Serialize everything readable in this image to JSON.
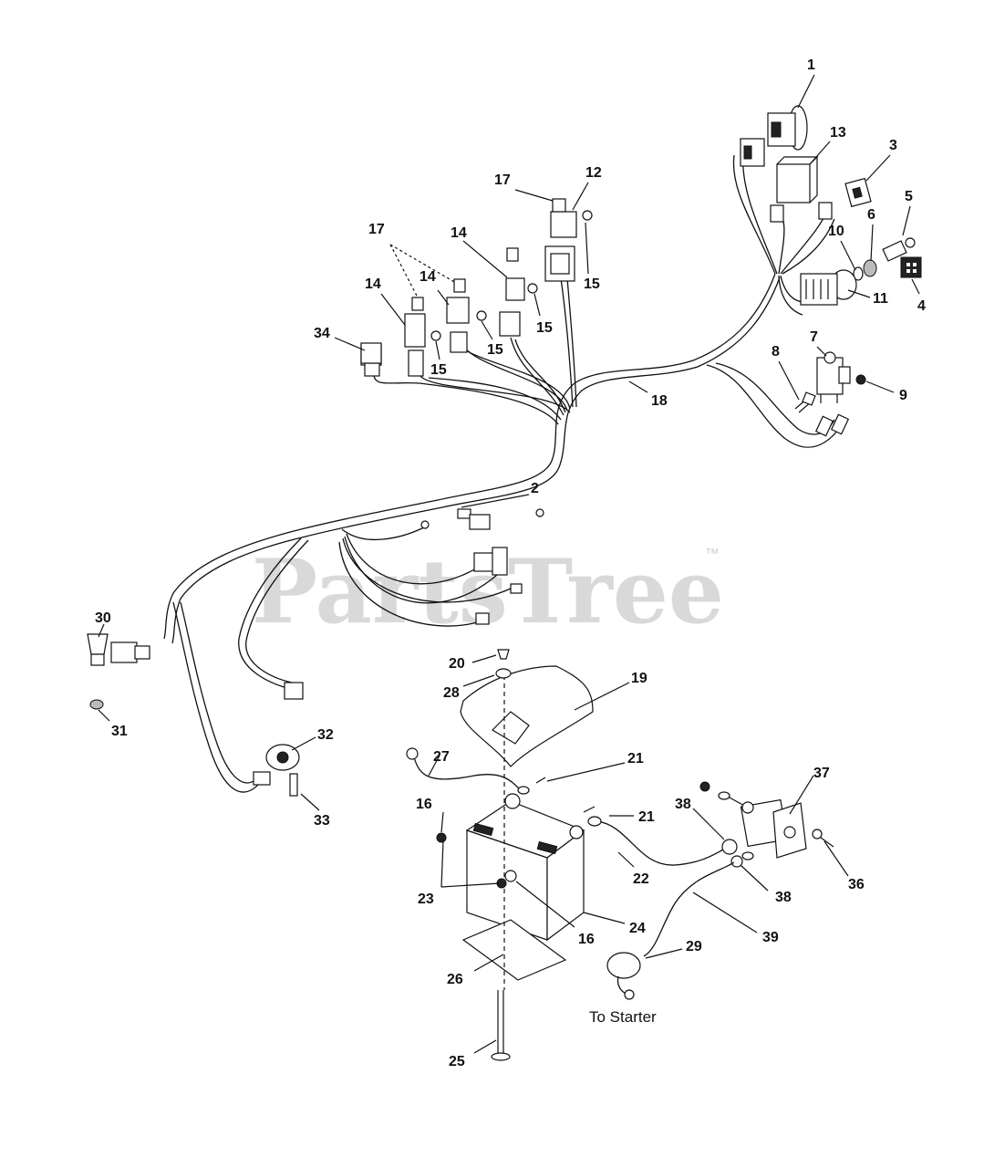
{
  "watermark": {
    "text": "PartsTree",
    "trademark": "™"
  },
  "annotation": {
    "to_starter": "To Starter"
  },
  "callouts": [
    {
      "id": "c1",
      "text": "1"
    },
    {
      "id": "c13",
      "text": "13"
    },
    {
      "id": "c3",
      "text": "3"
    },
    {
      "id": "c5",
      "text": "5"
    },
    {
      "id": "c6",
      "text": "6"
    },
    {
      "id": "c10",
      "text": "10"
    },
    {
      "id": "c4",
      "text": "4"
    },
    {
      "id": "c11",
      "text": "11"
    },
    {
      "id": "c7",
      "text": "7"
    },
    {
      "id": "c8",
      "text": "8"
    },
    {
      "id": "c9",
      "text": "9"
    },
    {
      "id": "c18",
      "text": "18"
    },
    {
      "id": "c17a",
      "text": "17"
    },
    {
      "id": "c12",
      "text": "12"
    },
    {
      "id": "c14a",
      "text": "14"
    },
    {
      "id": "c15a",
      "text": "15"
    },
    {
      "id": "c17b",
      "text": "17"
    },
    {
      "id": "c14b",
      "text": "14"
    },
    {
      "id": "c14c",
      "text": "14"
    },
    {
      "id": "c15b",
      "text": "15"
    },
    {
      "id": "c15c",
      "text": "15"
    },
    {
      "id": "c15d",
      "text": "15"
    },
    {
      "id": "c34",
      "text": "34"
    },
    {
      "id": "c2",
      "text": "2"
    },
    {
      "id": "c30",
      "text": "30"
    },
    {
      "id": "c31",
      "text": "31"
    },
    {
      "id": "c32",
      "text": "32"
    },
    {
      "id": "c33",
      "text": "33"
    },
    {
      "id": "c20",
      "text": "20"
    },
    {
      "id": "c28",
      "text": "28"
    },
    {
      "id": "c19",
      "text": "19"
    },
    {
      "id": "c27",
      "text": "27"
    },
    {
      "id": "c21a",
      "text": "21"
    },
    {
      "id": "c21b",
      "text": "21"
    },
    {
      "id": "c37",
      "text": "37"
    },
    {
      "id": "c38a",
      "text": "38"
    },
    {
      "id": "c16a",
      "text": "16"
    },
    {
      "id": "c22",
      "text": "22"
    },
    {
      "id": "c36",
      "text": "36"
    },
    {
      "id": "c23",
      "text": "23"
    },
    {
      "id": "c38b",
      "text": "38"
    },
    {
      "id": "c16b",
      "text": "16"
    },
    {
      "id": "c24",
      "text": "24"
    },
    {
      "id": "c39",
      "text": "39"
    },
    {
      "id": "c29",
      "text": "29"
    },
    {
      "id": "c26",
      "text": "26"
    },
    {
      "id": "c25",
      "text": "25"
    }
  ]
}
